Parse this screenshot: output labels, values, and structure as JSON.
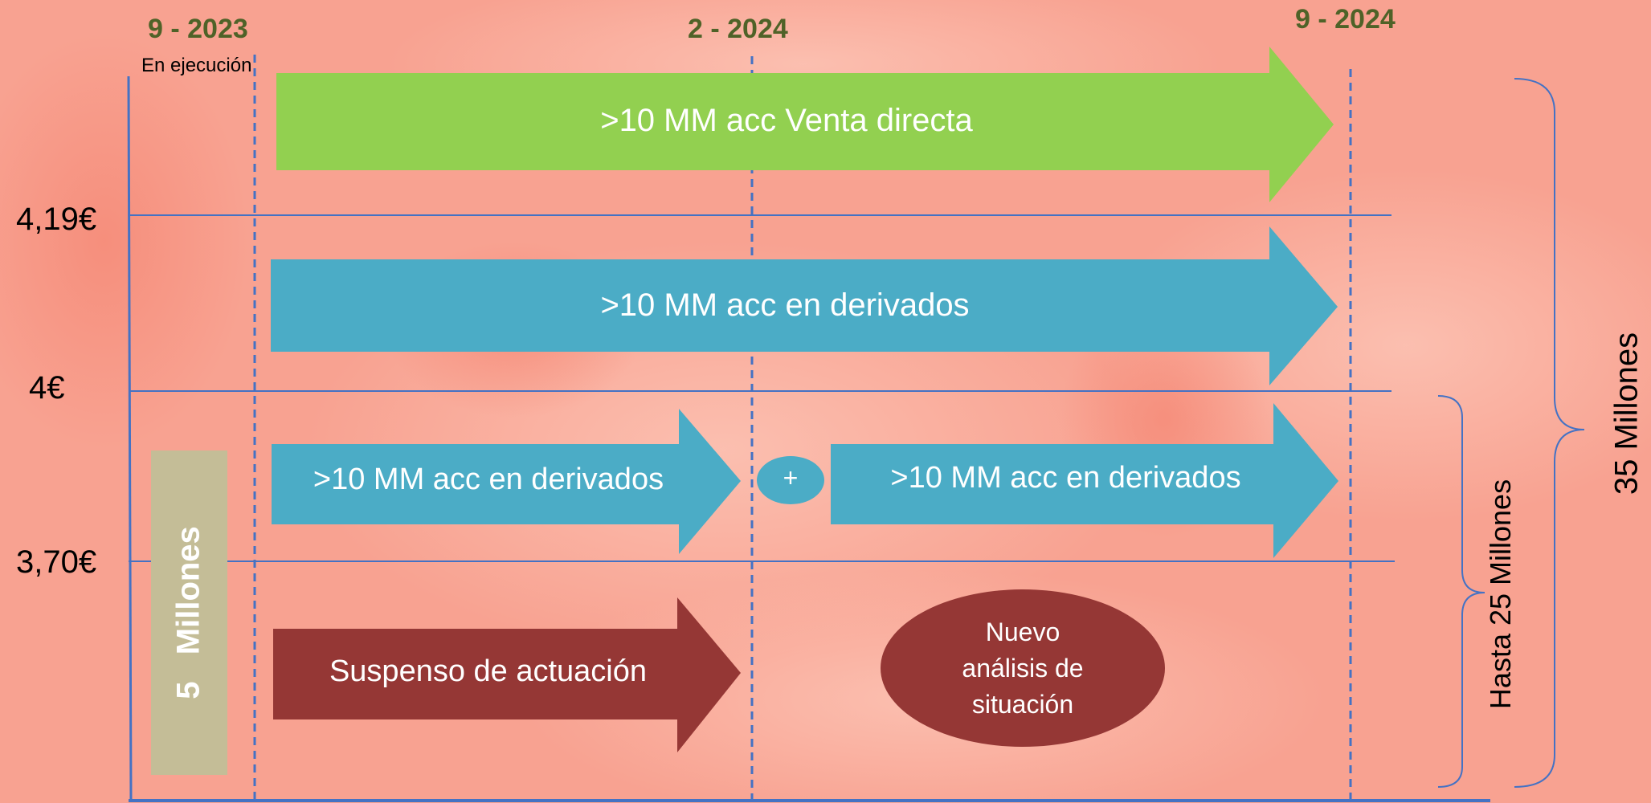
{
  "dates": {
    "start": "9 - 2023",
    "start_status": "En ejecución",
    "mid": "2 - 2024",
    "end": "9 - 2024"
  },
  "prices": {
    "high": "4,19€",
    "mid": "4€",
    "low": "3,70€"
  },
  "arrows": {
    "direct_sale": ">10 MM acc Venta directa",
    "derivatives_upper": ">10 MM acc en derivados",
    "derivatives_left": ">10 MM acc en derivados",
    "derivatives_right": ">10 MM acc en derivados",
    "suspend": "Suspenso de actuación"
  },
  "plus": "+",
  "new_analysis": {
    "line1": "Nuevo",
    "line2": "análisis de",
    "line3": "situación"
  },
  "bars": {
    "five_millions": "5   Millones"
  },
  "braces": {
    "up_to_25": "Hasta 25 Millones",
    "total_35": "35 Millones"
  },
  "colors": {
    "green_arrow": "#92d050",
    "blue_arrow": "#4bacc6",
    "red_arrow": "#953735",
    "tan_bar": "#c4bd97",
    "date_text": "#4f6228",
    "lines": "#4472c4",
    "background": "#f9a08f"
  }
}
